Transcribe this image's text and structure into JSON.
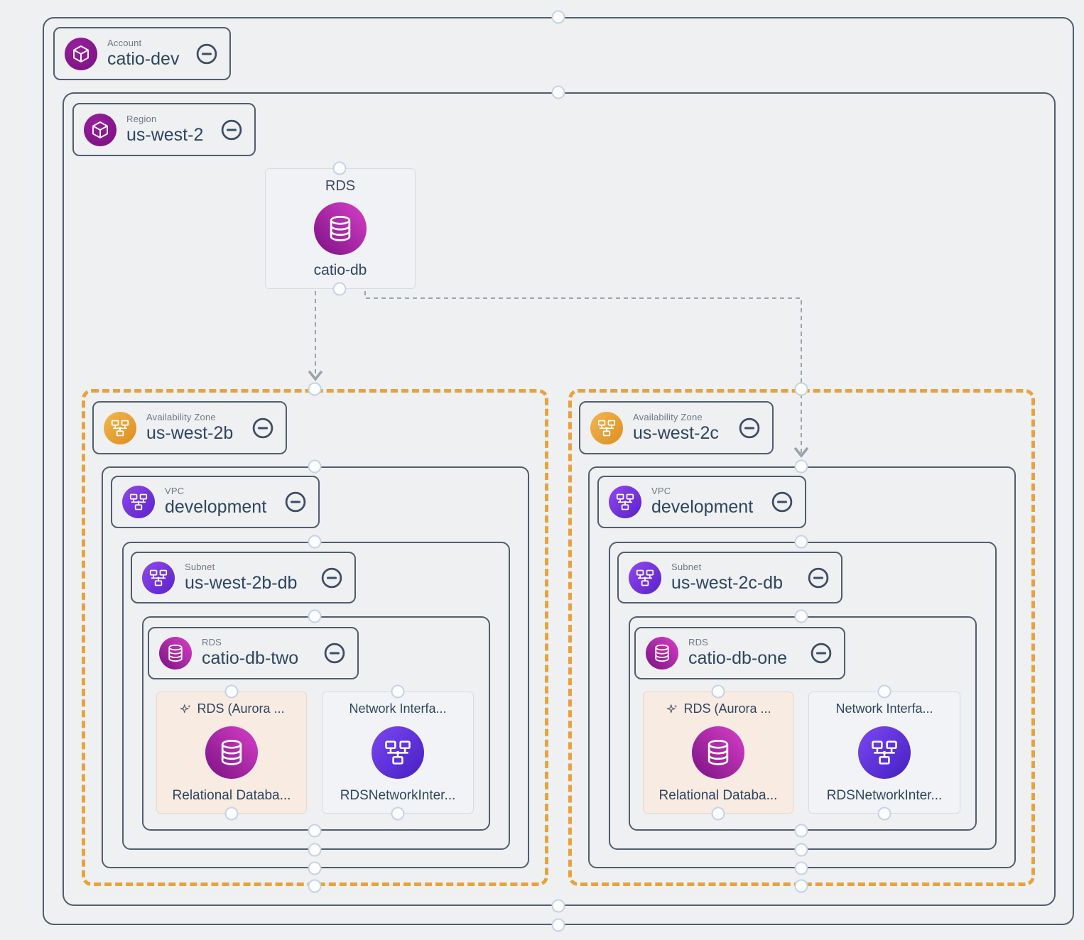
{
  "account": {
    "label": "Account",
    "name": "catio-dev"
  },
  "region": {
    "label": "Region",
    "name": "us-west-2"
  },
  "rds_node": {
    "title": "RDS",
    "label": "catio-db"
  },
  "zone_left": {
    "az": {
      "label": "Availability Zone",
      "name": "us-west-2b"
    },
    "vpc": {
      "label": "VPC",
      "name": "development"
    },
    "subnet": {
      "label": "Subnet",
      "name": "us-west-2b-db"
    },
    "group": {
      "label": "RDS",
      "name": "catio-db-two"
    },
    "aurora_node": {
      "title": "RDS (Aurora ...",
      "label": "Relational Databa..."
    },
    "network_node": {
      "title": "Network Interfa...",
      "label": "RDSNetworkInter..."
    }
  },
  "zone_right": {
    "az": {
      "label": "Availability Zone",
      "name": "us-west-2c"
    },
    "vpc": {
      "label": "VPC",
      "name": "development"
    },
    "subnet": {
      "label": "Subnet",
      "name": "us-west-2c-db"
    },
    "group": {
      "label": "RDS",
      "name": "catio-db-one"
    },
    "aurora_node": {
      "title": "RDS (Aurora ...",
      "label": "Relational Databa..."
    },
    "network_node": {
      "title": "Network Interfa...",
      "label": "RDSNetworkInter..."
    }
  },
  "colors": {
    "canvas_bg": "#EEF0F2",
    "container_border": "#515D6E",
    "az_dashed_border": "#E9A23B",
    "name_text": "#2E4560",
    "label_text": "#6E7888",
    "edge": "#9AA2AE",
    "account_icon_purple": "#8A1A8F",
    "az_icon_orange": "#E49A2D",
    "vpc_icon_violet": "#6F34DB",
    "rds_icon_magenta": "#A82AA6",
    "aurora_node_bg": "#F8EBE2",
    "handle_border": "#C6D2E4"
  }
}
